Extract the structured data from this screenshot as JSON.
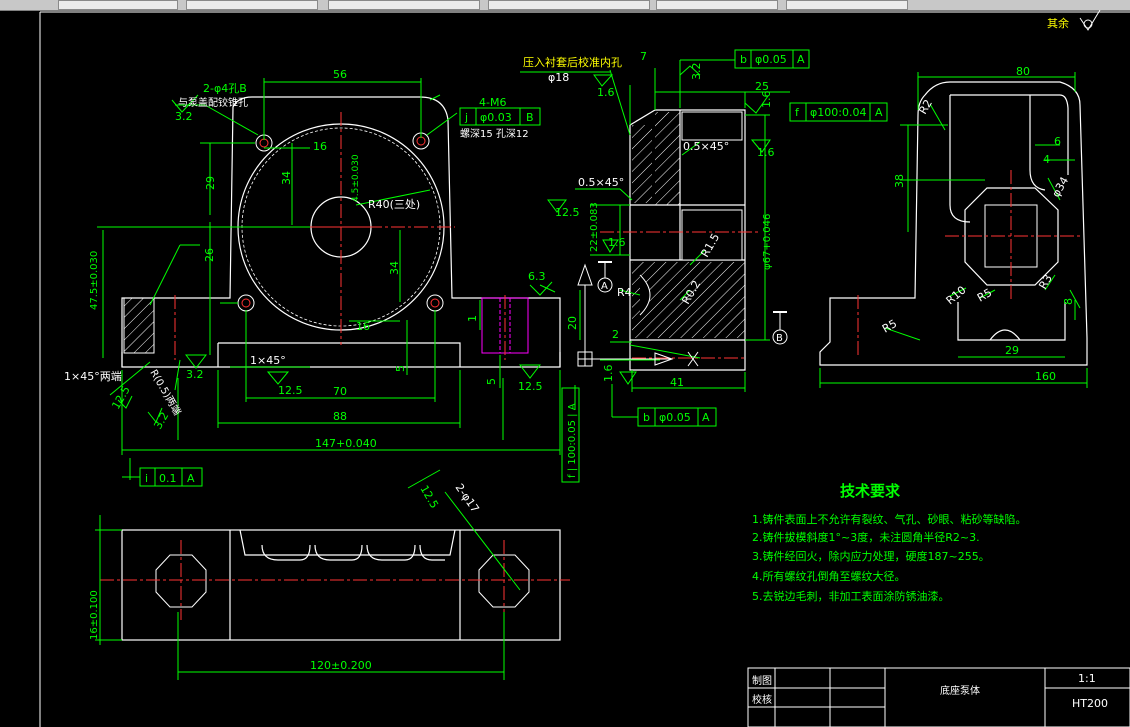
{
  "surface_finish": {
    "label": "其余"
  },
  "front_view": {
    "holes_label": "2-φ4孔B",
    "holes_note": "与泵盖配铰锥孔",
    "roughness_a": "3.2",
    "width_top": "56",
    "thread_label": "4-M6",
    "thread_note": "螺深15 孔深12",
    "geom_tol": {
      "sym": "j",
      "val": "φ0.03",
      "ref": "B"
    },
    "dim_16a": "16",
    "dim_34a": "34",
    "dim_29": "29",
    "dim_26": "26",
    "dim_475": "47.5±0.030",
    "dim_45": "4.5±0.030",
    "r40": "R40(三处)",
    "dim_34b": "34",
    "dim_16b": "16",
    "dim_1": "1",
    "dim_63": "6.3",
    "dim_5a": "5",
    "dim_5b": "5",
    "chamfer_a": "1×45°",
    "chamfer_b": "1×45°两端",
    "roughness_b": "3.2",
    "roughness_c": "12.5",
    "roughness_d": "12.5",
    "roughness_e": "12.5",
    "roughness_f": "3.2",
    "r_note": "R(0.5)两端",
    "dim_70": "70",
    "dim_88": "88",
    "dim_147": "147+0.040",
    "tol_i": {
      "sym": "i",
      "val": "0.1",
      "ref": "A"
    }
  },
  "section_view": {
    "press_note": "压入衬套后校准内孔",
    "bore_label": "φ18",
    "roughness_a": "1.6",
    "dim_7": "7",
    "roughness_b": "3.2",
    "tol_b_top": {
      "sym": "b",
      "val": "φ0.05",
      "ref": "A"
    },
    "dim_25": "25",
    "tol_f_top": {
      "sym": "f",
      "val": "φ100:0.04",
      "ref": "A"
    },
    "roughness_c": "1.6",
    "roughness_d": "1.6",
    "chamfer_a": "0.5×45°",
    "chamfer_b": "0.5×45°",
    "roughness_e": "12.5",
    "dim_22": "22±0.083",
    "roughness_f": "1.6",
    "dim_67": "φ67+0.046",
    "r15": "R1.5",
    "r4": "R4",
    "r02": "R0.2",
    "dim_20": "20",
    "dim_2": "2",
    "roughness_g": "1.6",
    "dim_41": "41",
    "datum_a": "A",
    "datum_b": "B",
    "tol_b_bot": {
      "sym": "b",
      "val": "φ0.05",
      "ref": "A"
    },
    "tol_f_vert": "f | 100:0.05 | A"
  },
  "side_view": {
    "dim_80": "80",
    "r2": "R2",
    "dim_6": "6",
    "dim_4": "4",
    "dim_38": "38",
    "d34": "φ34",
    "r10": "R10",
    "r5a": "R5",
    "r3": "R3",
    "dim_8": "8",
    "r5b": "R5",
    "dim_29": "29",
    "dim_160": "160"
  },
  "bottom_view": {
    "roughness": "12.5",
    "holes": "2-φ17",
    "dim_16": "16±0.100",
    "dim_120": "120±0.200"
  },
  "notes": {
    "title": "技术要求",
    "items": [
      "1.铸件表面上不允许有裂纹、气孔、砂眼、粘砂等缺陷。",
      "2.铸件拔模斜度1°~3度，未注圆角半径R2~3.",
      "3.铸件经回火，除内应力处理，硬度187~255。",
      "4.所有螺纹孔倒角至螺纹大径。",
      "5.去锐边毛刺，非加工表面涂防锈油漆。"
    ]
  },
  "title_block": {
    "drawn_label": "制图",
    "checked_label": "校核",
    "part_name": "底座泵体",
    "scale": "1:1",
    "material": "HT200"
  }
}
